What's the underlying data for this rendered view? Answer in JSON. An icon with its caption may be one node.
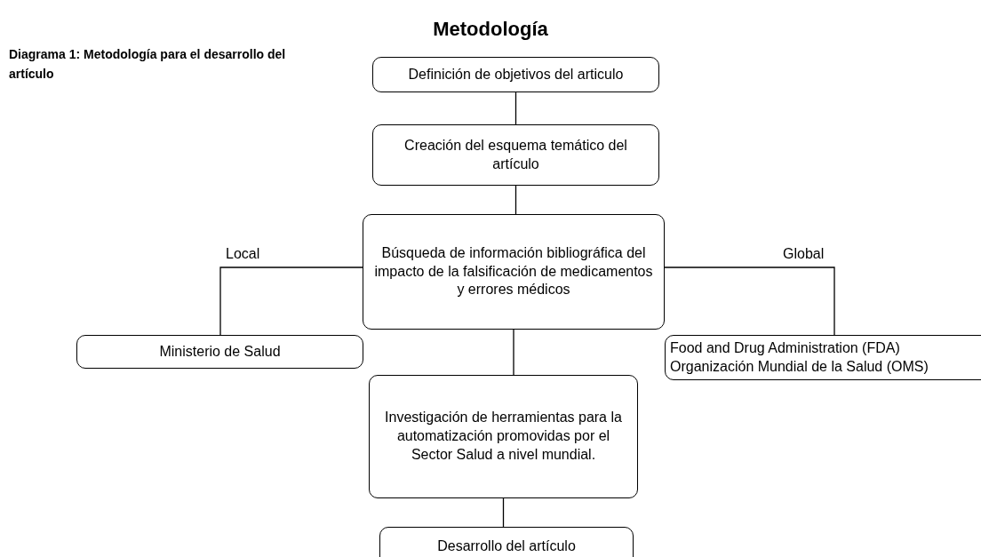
{
  "diagram": {
    "title": "Metodología",
    "caption": "Diagrama 1: Metodología para el desarrollo del artículo",
    "nodes": [
      {
        "text": [
          "Definición de objetivos del articulo"
        ]
      },
      {
        "text": [
          "Creación del esquema temático del artículo"
        ]
      },
      {
        "text": [
          "Búsqueda de información bibliográfica del impacto de la falsificación de medicamentos y errores médicos"
        ]
      },
      {
        "text": [
          "Ministerio de Salud"
        ]
      },
      {
        "text": [
          "Food and Drug Administration (FDA) Organización Mundial de la Salud (OMS)"
        ]
      },
      {
        "text": [
          "Investigación de herramientas para la  automatización promovidas por el Sector Salud a nivel mundial."
        ]
      },
      {
        "text": [
          "Desarrollo del artículo"
        ]
      }
    ],
    "edges": [
      {
        "from": 0,
        "to": 1,
        "arrow": "none"
      },
      {
        "from": 1,
        "to": 2,
        "arrow": "none"
      },
      {
        "from": 2,
        "to": 3,
        "arrow": "none",
        "label": "Local"
      },
      {
        "from": 2,
        "to": 4,
        "arrow": "none",
        "label": "Global"
      },
      {
        "from": 2,
        "to": 5,
        "arrow": "none"
      },
      {
        "from": 5,
        "to": 6,
        "arrow": "none"
      }
    ]
  }
}
